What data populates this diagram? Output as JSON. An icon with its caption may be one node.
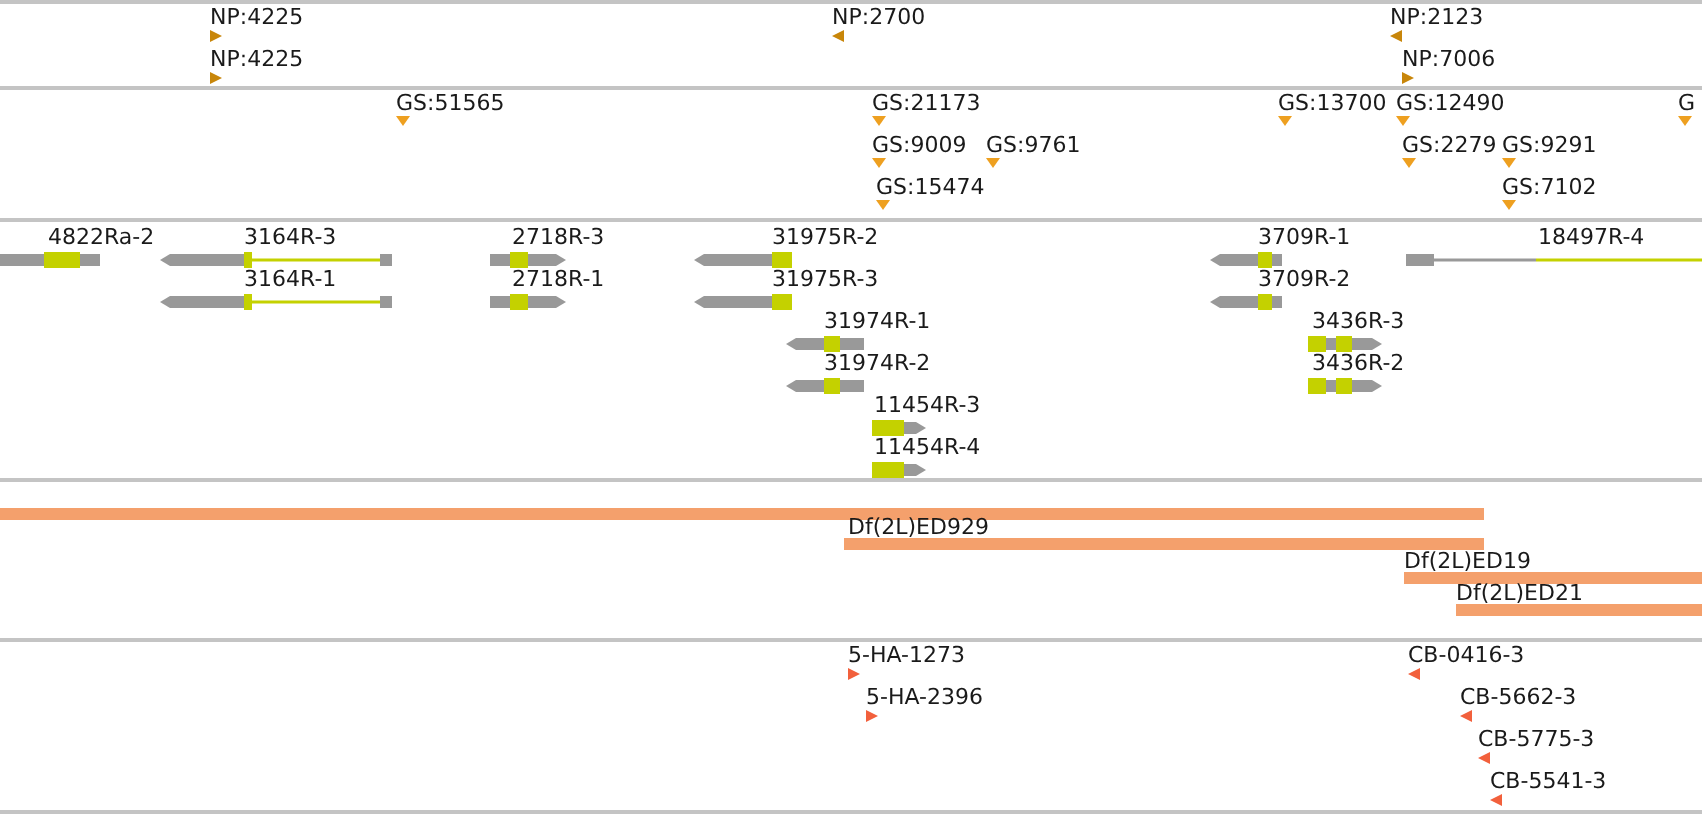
{
  "diagram": {
    "labels": [
      "NP:4225",
      "NP:2700",
      "NP:2123",
      "NP:4225",
      "NP:7006",
      "GS:51565",
      "GS:21173",
      "GS:13700",
      "GS:12490",
      "G",
      "GS:9009",
      "GS:9761",
      "GS:2279",
      "GS:9291",
      "GS:15474",
      "GS:7102",
      "4822Ra-2",
      "3164R-3",
      "2718R-3",
      "31975R-2",
      "3709R-1",
      "18497R-4",
      "3164R-1",
      "2718R-1",
      "31975R-3",
      "3709R-2",
      "31974R-1",
      "3436R-3",
      "31974R-2",
      "3436R-2",
      "11454R-3",
      "11454R-4",
      "Df(2L)ED929",
      "Df(2L)ED19",
      "Df(2L)ED21",
      "5-HA-1273",
      "CB-0416-3",
      "5-HA-2396",
      "CB-5662-3",
      "CB-5775-3",
      "CB-5541-3"
    ]
  }
}
